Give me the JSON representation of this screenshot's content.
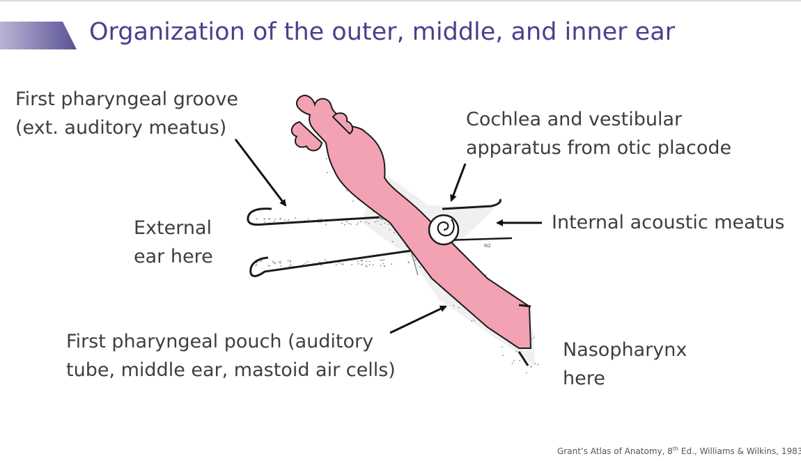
{
  "slide": {
    "title": "Organization of the outer, middle, and inner ear",
    "accent_color": "#4a3f8e",
    "band_color": "#5a5296"
  },
  "labels": {
    "first_groove": [
      "First pharyngeal groove",
      "(ext. auditory meatus)"
    ],
    "cochlea": [
      "Cochlea and vestibular",
      "apparatus from otic placode"
    ],
    "external_ear": [
      "External",
      "ear here"
    ],
    "internal_meatus": "Internal acoustic meatus",
    "first_pouch": [
      "First pharyngeal pouch (auditory",
      "tube, middle ear, mastoid air cells)"
    ],
    "nasopharynx": [
      "Nasopharynx",
      "here"
    ]
  },
  "diagram": {
    "tube_color": "#f2a2b3",
    "small_label": "N2"
  },
  "citation": {
    "pre": "Grant’s Atlas of Anatomy, 8",
    "sup": "th",
    "post": " Ed., Williams & Wilkins, 1983"
  }
}
